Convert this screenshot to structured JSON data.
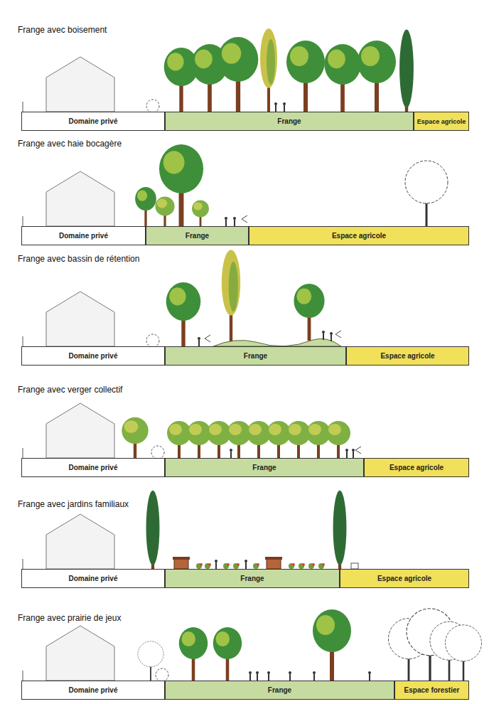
{
  "diagram": {
    "nodes": [
      {
        "text": [
          "Domaine privé"
        ]
      },
      {
        "text": [
          "Frange"
        ]
      },
      {
        "text": [
          "Espace agricole"
        ]
      },
      {
        "text": [
          "Domaine privé"
        ]
      },
      {
        "text": [
          "Frange"
        ]
      },
      {
        "text": [
          "Espace agricole"
        ]
      },
      {
        "text": [
          "Domaine privé"
        ]
      },
      {
        "text": [
          "Frange"
        ]
      },
      {
        "text": [
          "Espace agricole"
        ]
      },
      {
        "text": [
          "Domaine privé"
        ]
      },
      {
        "text": [
          "Frange"
        ]
      },
      {
        "text": [
          "Espace agricole"
        ]
      },
      {
        "text": [
          "Domaine privé"
        ]
      },
      {
        "text": [
          "Frange"
        ]
      },
      {
        "text": [
          "Espace agricole"
        ]
      },
      {
        "text": [
          "Domaine privé"
        ]
      },
      {
        "text": [
          "Frange"
        ]
      },
      {
        "text": [
          "Espace forestier"
        ]
      }
    ],
    "labels": [
      "Frange avec boisement",
      "Frange avec haie bocagère",
      "Frange avec bassin de rétention",
      "Frange avec verger collectif",
      "Frange avec jardins familiaux",
      "Frange avec prairie de jeux"
    ]
  }
}
